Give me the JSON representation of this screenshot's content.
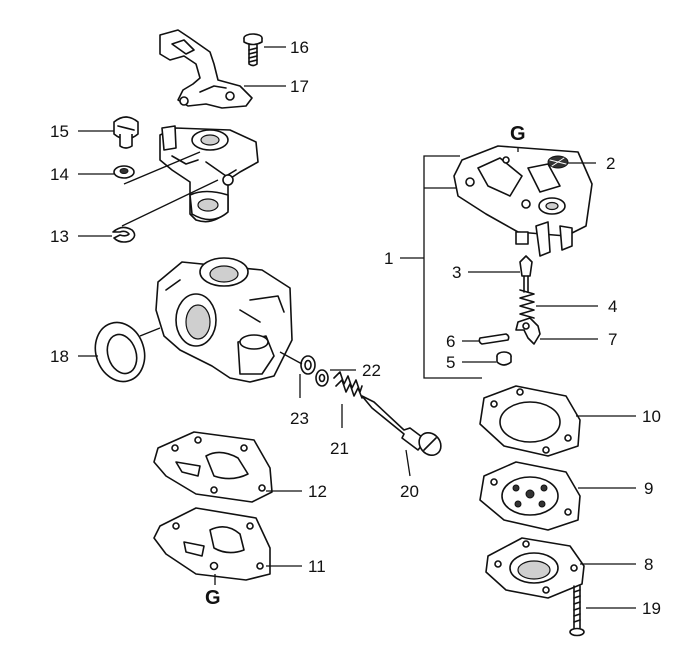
{
  "callouts": {
    "c1": "1",
    "c2": "2",
    "c3": "3",
    "c4": "4",
    "c5": "5",
    "c6": "6",
    "c7": "7",
    "c8": "8",
    "c9": "9",
    "c10": "10",
    "c11": "11",
    "c12": "12",
    "c13": "13",
    "c14": "14",
    "c15": "15",
    "c16": "16",
    "c17": "17",
    "c18": "18",
    "c19": "19",
    "c20": "20",
    "c21": "21",
    "c22": "22",
    "c23": "23"
  },
  "marks": {
    "g_top": "G",
    "g_bottom": "G"
  }
}
